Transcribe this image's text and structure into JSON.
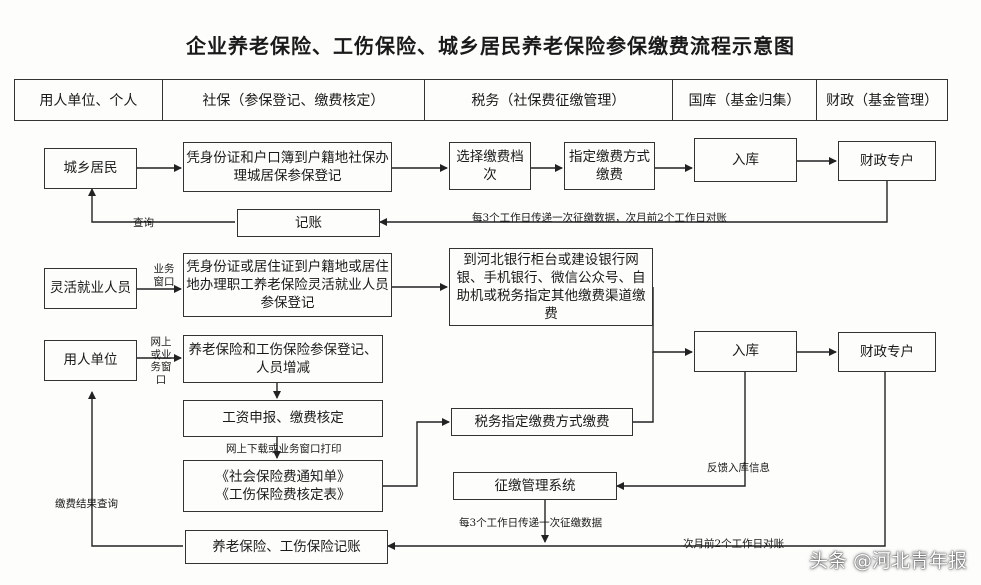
{
  "title": "企业养老保险、工伤保险、城乡居民养老保险参保缴费流程示意图",
  "header": [
    "用人单位、个人",
    "社保（参保登记、缴费核定）",
    "税务（社保费征缴管理）",
    "国库（基金归集）",
    "财政（基金管理）"
  ],
  "flow1": {
    "resident": "城乡居民",
    "register": "凭身份证和户口簿到户籍地社保办理城居保参保登记",
    "choose_level": "选择缴费档次",
    "designate_method": "指定缴费方式缴费",
    "treasury": "入库",
    "finance_account": "财政专户",
    "bookkeeping": "记账",
    "query": "查询",
    "daily_transfer_note": "每3个工作日传递一次征缴数据，次月前2个工作日对账"
  },
  "flow2": {
    "flexible_worker": "灵活就业人员",
    "business_window": "业务窗口",
    "flexible_register": "凭身份证或居住证到户籍地或居住地办理职工养老保险灵活就业人员参保登记",
    "bank_channels": "到河北银行柜台或建设银行网银、手机银行、微信公众号、自助机或税务指定其他缴费渠道缴费",
    "employer": "用人单位",
    "online_or_window": "网上或业务窗口",
    "employer_register": "养老保险和工伤保险参保登记、人员增减",
    "wage_report": "工资申报、缴费核定",
    "download_note": "网上下载或业务窗口打印",
    "notices_line1": "《社会保险费通知单》",
    "notices_line2": "《工伤保险费核定表》",
    "tax_designated": "税务指定缴费方式缴费",
    "treasury": "入库",
    "finance_account": "财政专户",
    "feedback": "反馈入库信息",
    "collection_system": "征缴管理系统",
    "transfer_note": "每3个工作日传递一次征缴数据",
    "reconcile_note": "次月前2个工作日对账",
    "bookkeeping": "养老保险、工伤保险记账",
    "result_query": "缴费结果查询"
  },
  "watermark": "头条 @河北青年报"
}
